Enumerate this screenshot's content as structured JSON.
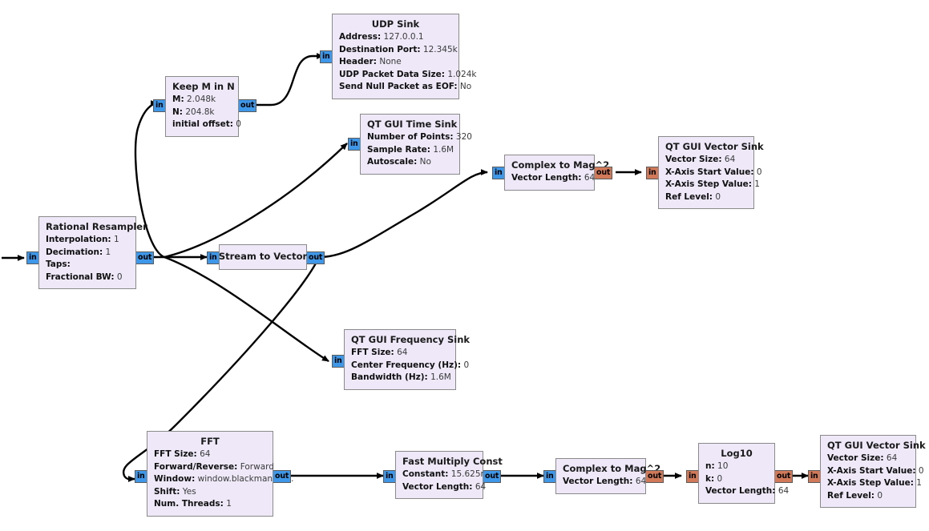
{
  "app": {
    "title": "GNU Radio Flowgraph Canvas",
    "background_color": "#ffffff",
    "block_fill_color": "#eee8f8",
    "block_border_color": "#8a8a8a",
    "port_stream_color": "#3e97e8",
    "port_vector_color": "#d2795a",
    "wire_color": "#000000"
  },
  "ports": {
    "in_label": "in",
    "out_label": "out"
  },
  "blocks": [
    {
      "id": "rational_resampler",
      "title": "Rational Resampler",
      "params": [
        {
          "key": "Interpolation:",
          "value": "1"
        },
        {
          "key": "Decimation:",
          "value": "1"
        },
        {
          "key": "Taps:",
          "value": ""
        },
        {
          "key": "Fractional BW:",
          "value": "0"
        }
      ]
    },
    {
      "id": "keep_m_in_n",
      "title": "Keep M in N",
      "params": [
        {
          "key": "M:",
          "value": "2.048k"
        },
        {
          "key": "N:",
          "value": "204.8k"
        },
        {
          "key": "initial offset:",
          "value": "0"
        }
      ]
    },
    {
      "id": "udp_sink",
      "title": "UDP Sink",
      "params": [
        {
          "key": "Address:",
          "value": "127.0.0.1"
        },
        {
          "key": "Destination Port:",
          "value": "12.345k"
        },
        {
          "key": "Header:",
          "value": "None"
        },
        {
          "key": "UDP Packet Data Size:",
          "value": "1.024k"
        },
        {
          "key": "Send Null Packet as EOF:",
          "value": "No"
        }
      ]
    },
    {
      "id": "qt_gui_time_sink",
      "title": "QT GUI Time Sink",
      "params": [
        {
          "key": "Number of Points:",
          "value": "320"
        },
        {
          "key": "Sample Rate:",
          "value": "1.6M"
        },
        {
          "key": "Autoscale:",
          "value": "No"
        }
      ]
    },
    {
      "id": "stream_to_vector",
      "title": "Stream to Vector",
      "params": []
    },
    {
      "id": "complex_to_mag_sq_top",
      "title": "Complex to Mag^2",
      "params": [
        {
          "key": "Vector Length:",
          "value": "64"
        }
      ]
    },
    {
      "id": "qt_gui_vector_sink_top",
      "title": "QT GUI Vector Sink",
      "params": [
        {
          "key": "Vector Size:",
          "value": "64"
        },
        {
          "key": "X-Axis Start Value:",
          "value": "0"
        },
        {
          "key": "X-Axis Step Value:",
          "value": "1"
        },
        {
          "key": "Ref Level:",
          "value": "0"
        }
      ]
    },
    {
      "id": "qt_gui_frequency_sink",
      "title": "QT GUI Frequency Sink",
      "params": [
        {
          "key": "FFT Size:",
          "value": "64"
        },
        {
          "key": "Center Frequency (Hz):",
          "value": "0"
        },
        {
          "key": "Bandwidth (Hz):",
          "value": "1.6M"
        }
      ]
    },
    {
      "id": "fft",
      "title": "FFT",
      "params": [
        {
          "key": "FFT Size:",
          "value": "64"
        },
        {
          "key": "Forward/Reverse:",
          "value": "Forward"
        },
        {
          "key": "Window:",
          "value": "window.blackmanhar..."
        },
        {
          "key": "Shift:",
          "value": "Yes"
        },
        {
          "key": "Num. Threads:",
          "value": "1"
        }
      ]
    },
    {
      "id": "fast_multiply_const",
      "title": "Fast Multiply Const",
      "params": [
        {
          "key": "Constant:",
          "value": "15.625m"
        },
        {
          "key": "Vector Length:",
          "value": "64"
        }
      ]
    },
    {
      "id": "complex_to_mag_sq_bottom",
      "title": "Complex to Mag^2",
      "params": [
        {
          "key": "Vector Length:",
          "value": "64"
        }
      ]
    },
    {
      "id": "log10",
      "title": "Log10",
      "params": [
        {
          "key": "n:",
          "value": "10"
        },
        {
          "key": "k:",
          "value": "0"
        },
        {
          "key": "Vector Length:",
          "value": "64"
        }
      ]
    },
    {
      "id": "qt_gui_vector_sink_bottom",
      "title": "QT GUI Vector Sink",
      "params": [
        {
          "key": "Vector Size:",
          "value": "64"
        },
        {
          "key": "X-Axis Start Value:",
          "value": "0"
        },
        {
          "key": "X-Axis Step Value:",
          "value": "1"
        },
        {
          "key": "Ref Level:",
          "value": "0"
        }
      ]
    }
  ]
}
